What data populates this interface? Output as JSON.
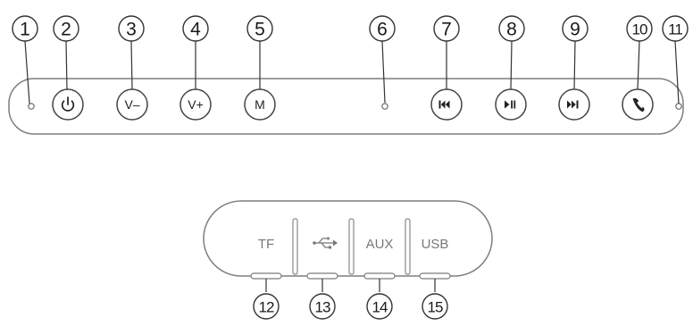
{
  "colors": {
    "outline": "#7f7f7f",
    "ink": "#1a1a1a",
    "muted": "#777777"
  },
  "top_panel": {
    "callouts": [
      "1",
      "2",
      "3",
      "4",
      "5",
      "6",
      "7",
      "8",
      "9",
      "10",
      "11"
    ],
    "buttons": {
      "power_icon": "power-icon",
      "volume_down": "V–",
      "volume_up": "V+",
      "mode": "M",
      "previous_icon": "skip-previous-icon",
      "play_pause_icon": "play-pause-icon",
      "next_icon": "skip-next-icon",
      "call_icon": "phone-icon"
    },
    "indicators": [
      "left-led",
      "microphone-hole",
      "right-led"
    ]
  },
  "bottom_panel": {
    "callouts": [
      "12",
      "13",
      "14",
      "15"
    ],
    "ports": {
      "tf": "TF",
      "usb_symbol_icon": "usb-symbol-icon",
      "aux": "AUX",
      "usb": "USB"
    }
  }
}
